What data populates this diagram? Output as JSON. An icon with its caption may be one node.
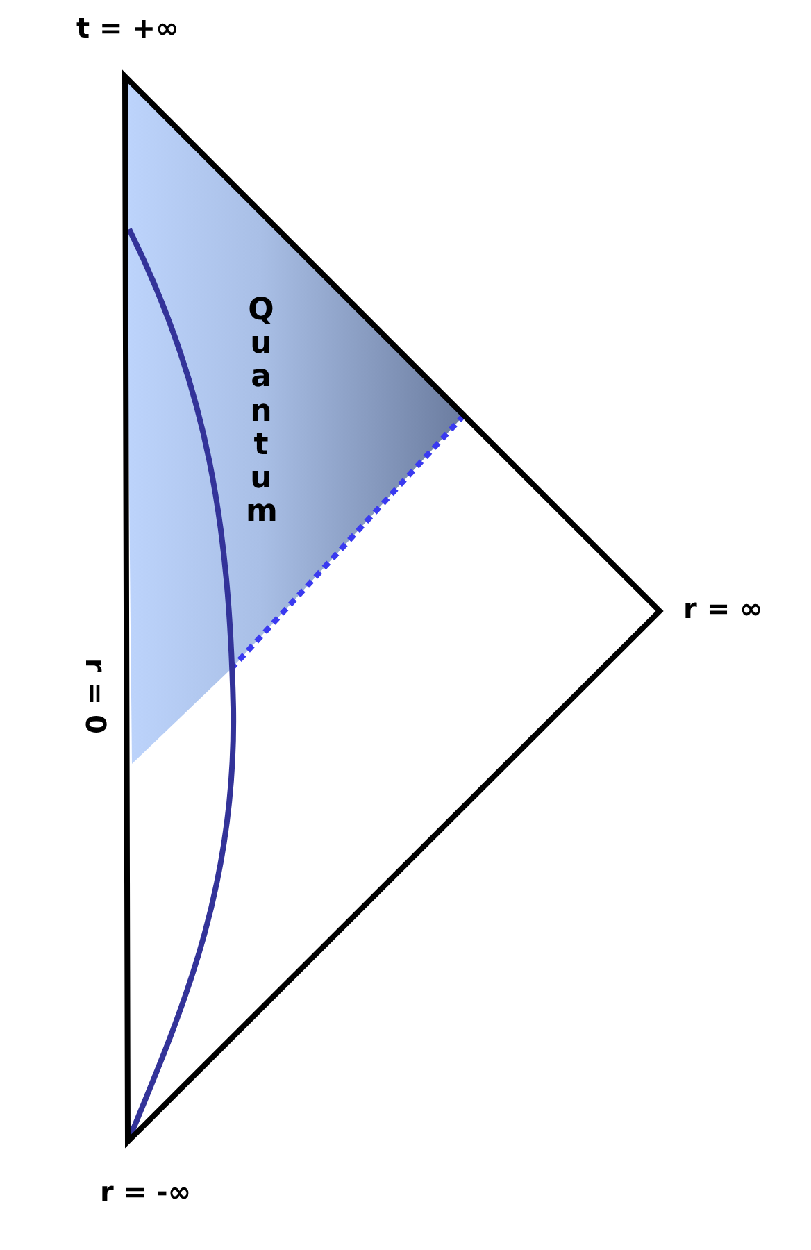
{
  "diagram": {
    "labels": [
      "t = +∞",
      "Quantum",
      "r = ∞",
      "r = 0",
      "r = -∞"
    ]
  }
}
